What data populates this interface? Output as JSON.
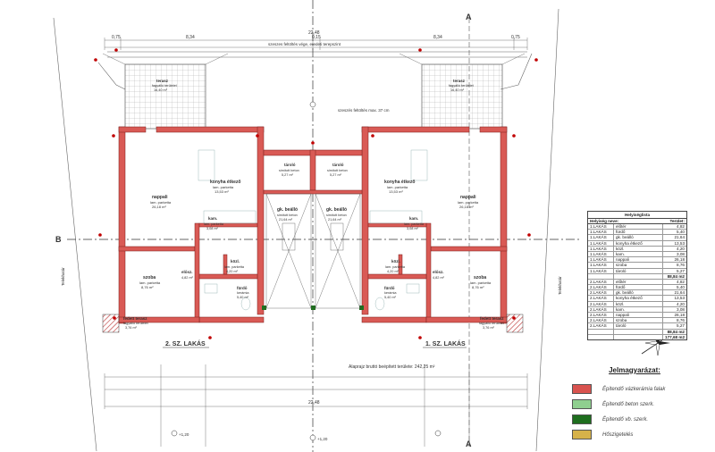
{
  "plan": {
    "section_a": "A",
    "section_b": "B",
    "dims_top": [
      "0,75",
      "8,34",
      "0,15",
      "8,34",
      "0,75"
    ],
    "total_top": "22,48",
    "dim_note_top": "szeszes feltöltés vége, eredeti terepszint",
    "dim_note_mid": "szeszés feltöltés max. 37 cm",
    "terraces": [
      {
        "name": "terasz",
        "sub": "fagyálló terülelet",
        "area": "16,40 m²"
      },
      {
        "name": "terasz",
        "sub": "fagyálló terülelet",
        "area": "16,40 m²"
      }
    ],
    "rooms_left": [
      {
        "name": "nappali",
        "sub": "lam. parketta",
        "area": "26,18 m²"
      },
      {
        "name": "konyha étkező",
        "sub": "lam. parketta",
        "area": "13,53 m²"
      },
      {
        "name": "kam.",
        "sub": "lam. parketta",
        "area": "3,08 m²"
      },
      {
        "name": "szoba",
        "sub": "lam. parketta",
        "area": "8,76 m²"
      },
      {
        "name": "elősz.",
        "sub": "",
        "area": "4,82 m²"
      },
      {
        "name": "közl.",
        "sub": "lam. parketta",
        "area": "4,20 m²"
      },
      {
        "name": "fürdő",
        "sub": "kerámia",
        "area": "5,40 m²"
      },
      {
        "name": "tároló",
        "sub": "simított beton",
        "area": "5,27 m²"
      },
      {
        "name": "gk. beálló",
        "sub": "simított beton",
        "area": "21,64 m²"
      }
    ],
    "rooms_right": [
      {
        "name": "nappali",
        "sub": "lam. parketta",
        "area": "26,18 m²"
      },
      {
        "name": "konyha étkező",
        "sub": "lam. parketta",
        "area": "13,53 m²"
      },
      {
        "name": "kam.",
        "sub": "lam. parketta",
        "area": "3,08 m²"
      },
      {
        "name": "szoba",
        "sub": "lam. parketta",
        "area": "8,76 m²"
      },
      {
        "name": "elősz.",
        "sub": "",
        "area": "4,82 m²"
      },
      {
        "name": "közl.",
        "sub": "lam. parketta",
        "area": "4,20 m²"
      },
      {
        "name": "fürdő",
        "sub": "kerámia",
        "area": "5,40 m²"
      },
      {
        "name": "tároló",
        "sub": "simított beton",
        "area": "5,27 m²"
      },
      {
        "name": "gk. beálló",
        "sub": "simított beton",
        "area": "21,64 m²"
      }
    ],
    "covered_terrace_left": {
      "name": "fedett terasz",
      "sub": "fagyálló terülelet",
      "area": "3,76 m²"
    },
    "covered_terrace_right": {
      "name": "fedett terasz",
      "sub": "fagyálló terülelet",
      "area": "3,76 m²"
    },
    "unit_left": "2. SZ. LAKÁS",
    "unit_right": "1. SZ. LAKÁS",
    "footprint_note": "Alaprajz bruttó beépített területe: 242,25 m²",
    "side_left": "Telekhatár",
    "side_right": "Telekhatár",
    "elev_top": "+1,20",
    "elev_bottom": "+1,20",
    "total_bottom": "22,48"
  },
  "table": {
    "title": "Helyiséglista",
    "col1": "Helyiség neve:",
    "col2": "Terület:",
    "rows": [
      [
        "1.LAKÁS",
        "előtér",
        "4,82"
      ],
      [
        "1.LAKÁS",
        "fürdő",
        "5,40"
      ],
      [
        "1.LAKÁS",
        "gk. beálló",
        "21,64"
      ],
      [
        "1.LAKÁS",
        "konyha étkező",
        "13,53"
      ],
      [
        "1.LAKÁS",
        "közl.",
        "4,20"
      ],
      [
        "1.LAKÁS",
        "kam.",
        "3,08"
      ],
      [
        "1.LAKÁS",
        "nappali",
        "26,18"
      ],
      [
        "1.LAKÁS",
        "szoba",
        "8,76"
      ],
      [
        "1.LAKÁS",
        "tároló",
        "5,27"
      ],
      [
        "",
        "",
        "88,84 m2"
      ],
      [
        "2.LAKÁS",
        "előtér",
        "4,82"
      ],
      [
        "2.LAKÁS",
        "fürdő",
        "5,40"
      ],
      [
        "2.LAKÁS",
        "gk. beálló",
        "21,64"
      ],
      [
        "2.LAKÁS",
        "konyha étkező",
        "13,53"
      ],
      [
        "2.LAKÁS",
        "közl.",
        "4,20"
      ],
      [
        "2.LAKÁS",
        "kam.",
        "3,08"
      ],
      [
        "2.LAKÁS",
        "nappali",
        "26,18"
      ],
      [
        "2.LAKÁS",
        "szoba",
        "8,76"
      ],
      [
        "2.LAKÁS",
        "tároló",
        "5,27"
      ],
      [
        "",
        "",
        "88,84 m2"
      ]
    ],
    "total": "177,68 m2"
  },
  "legend": {
    "title": "Jelmagyarázat:",
    "items": [
      {
        "label": "Épitendő vázkerámia falak",
        "color": "#d9534f"
      },
      {
        "label": "Épitendő beton szerk.",
        "color": "#8fcf8f"
      },
      {
        "label": "Épitendő vb. szerk.",
        "color": "#1e6e1e"
      },
      {
        "label": "Hőszigetelés",
        "color": "#d6b24a"
      }
    ]
  },
  "colors": {
    "wall": "#d95a55",
    "concrete": "#9ad89a",
    "axis": "#c00000"
  }
}
